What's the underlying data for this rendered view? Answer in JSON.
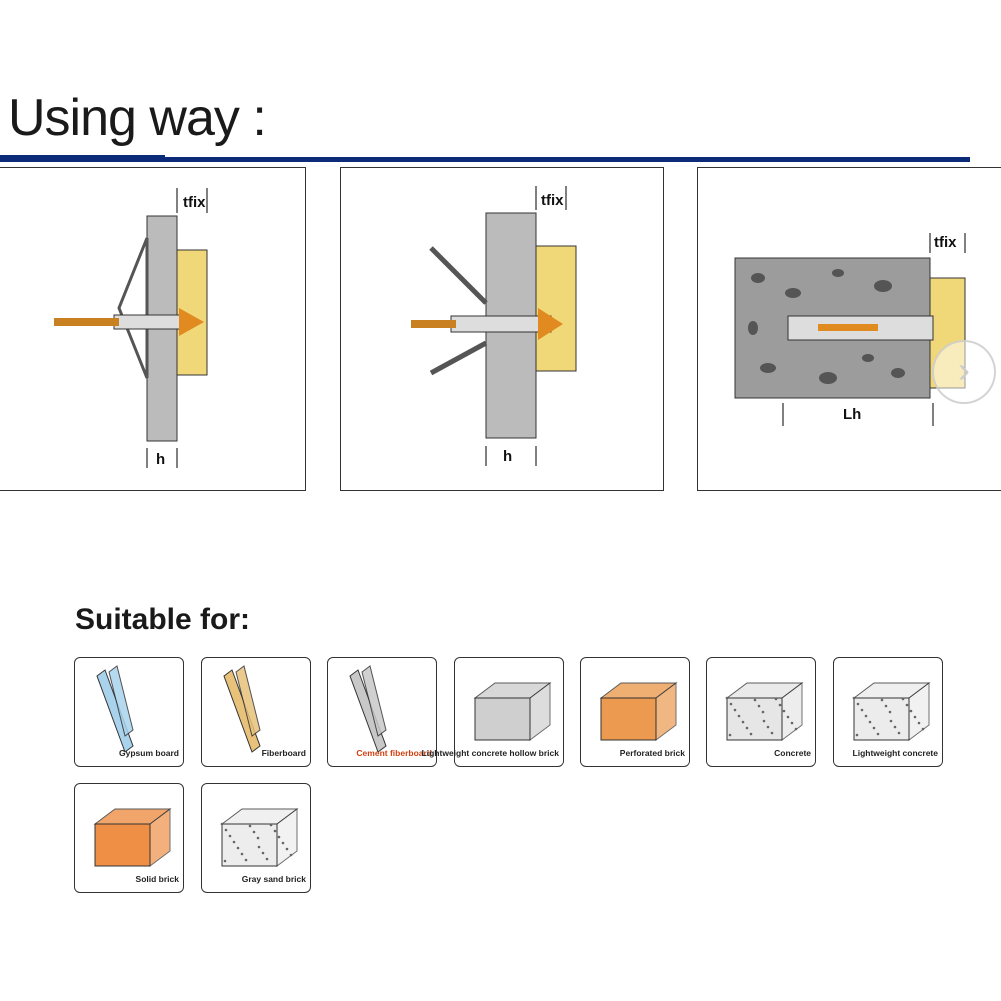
{
  "title": "Using way :",
  "diagrams": [
    {
      "labels": {
        "tfix": "tfix",
        "h": "h"
      }
    },
    {
      "labels": {
        "tfix": "tfix",
        "h": "h"
      }
    },
    {
      "labels": {
        "tfix": "tfix",
        "lh": "Lh"
      }
    }
  ],
  "suitable_title": "Suitable for:",
  "materials": [
    {
      "label": "Gypsum board",
      "color": "#a9d3ec"
    },
    {
      "label": "Fiberboard",
      "color": "#e8c27a"
    },
    {
      "label": "Cement fiberboard",
      "color": "#c8c8c8",
      "text_color": "#d04010"
    },
    {
      "label": "Lightweight concrete hollow brick",
      "color": "#cfcfcf"
    },
    {
      "label": "Perforated brick",
      "color": "#ec9a50"
    },
    {
      "label": "Concrete",
      "color": "#e6e6e6"
    },
    {
      "label": "Lightweight concrete",
      "color": "#ececec"
    },
    {
      "label": "Solid brick",
      "color": "#ee8f45"
    },
    {
      "label": "Gray sand brick",
      "color": "#ededed"
    }
  ]
}
